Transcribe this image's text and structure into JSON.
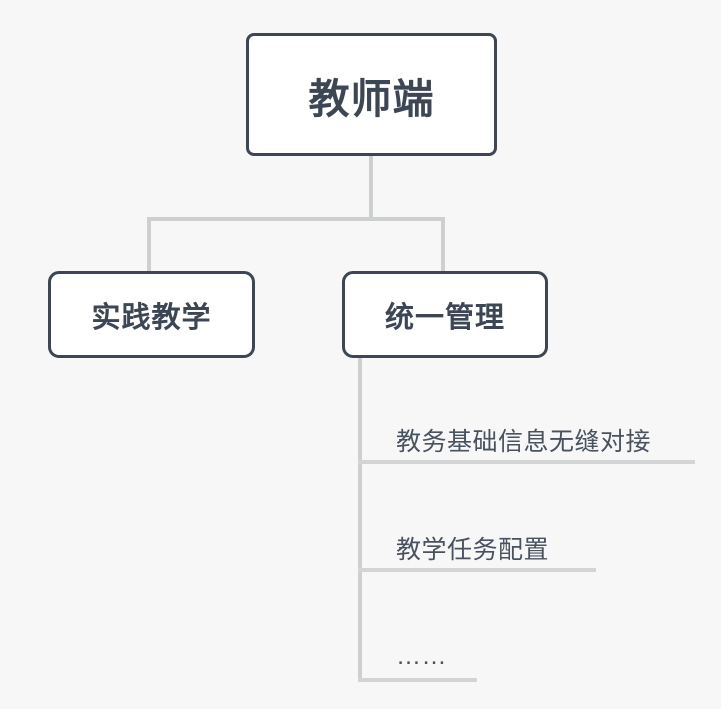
{
  "diagram": {
    "type": "tree",
    "background_color": "#f7f7f7",
    "node_border_color": "#3d4654",
    "node_fill_color": "#ffffff",
    "connector_color": "#cdcfd1",
    "sub_label_color": "#49525f",
    "root": {
      "label": "教师端"
    },
    "children": [
      {
        "label": "实践教学",
        "items": []
      },
      {
        "label": "统一管理",
        "items": [
          {
            "label": "教务基础信息无缝对接"
          },
          {
            "label": "教学任务配置"
          },
          {
            "label": "……"
          }
        ]
      }
    ]
  }
}
